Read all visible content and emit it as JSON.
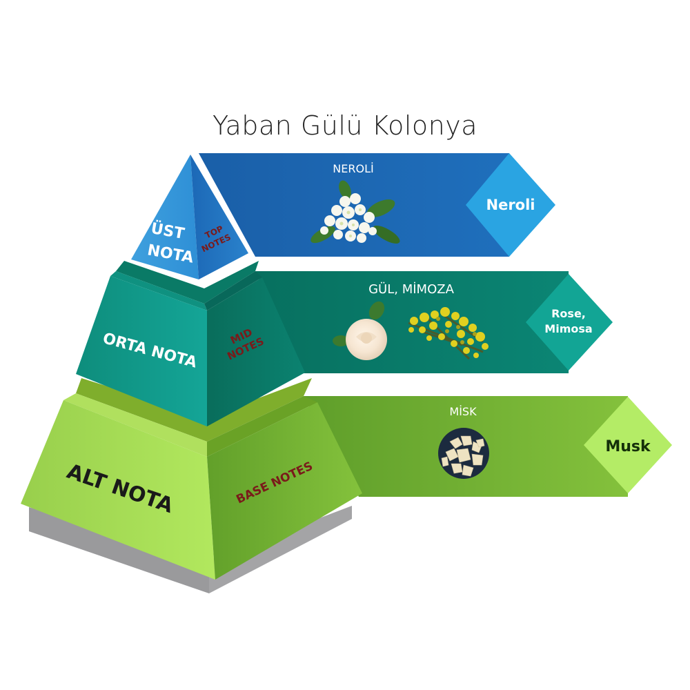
{
  "title": "Yaban Gülü Kolonya",
  "tiers": [
    {
      "id": "top",
      "left_label_line1": "ÜST",
      "left_label_line2": "NOTA",
      "right_label_line1": "TOP",
      "right_label_line2": "NOTES",
      "band_title": "NEROLİ",
      "badge_line1": "Neroli",
      "badge_line2": "",
      "images": [
        "neroli-flower"
      ],
      "colors": {
        "band": "#1f6bb5",
        "badge": "#2aa3e0",
        "left_face": "#3a98da",
        "right_face": "#2175c4"
      }
    },
    {
      "id": "mid",
      "left_label_line1": "ORTA NOTA",
      "left_label_line2": "",
      "right_label_line1": "MID",
      "right_label_line2": "NOTES",
      "band_title": "GÜL, MİMOZA",
      "badge_line1": "Rose,",
      "badge_line2": "Mimosa",
      "images": [
        "white-rose",
        "mimosa-sprig"
      ],
      "colors": {
        "band": "#0a7f6c",
        "badge": "#11a696",
        "left_face": "#12a08f",
        "right_face": "#0b7865"
      }
    },
    {
      "id": "base",
      "left_label_line1": "ALT NOTA",
      "left_label_line2": "",
      "right_label_line1": "BASE NOTES",
      "right_label_line2": "",
      "band_title": "MİSK",
      "badge_line1": "Musk",
      "badge_line2": "",
      "images": [
        "musk-crystals"
      ],
      "colors": {
        "band": "#74b333",
        "badge": "#b6ee66",
        "left_face": "#a7dc58",
        "right_face": "#76b034"
      }
    }
  ],
  "colors": {
    "right_label_text": "#7a1a1a",
    "left_label_text_light": "#ffffff",
    "left_label_text_dark": "#1a1a1a",
    "shadow": "#9a9a9c"
  }
}
